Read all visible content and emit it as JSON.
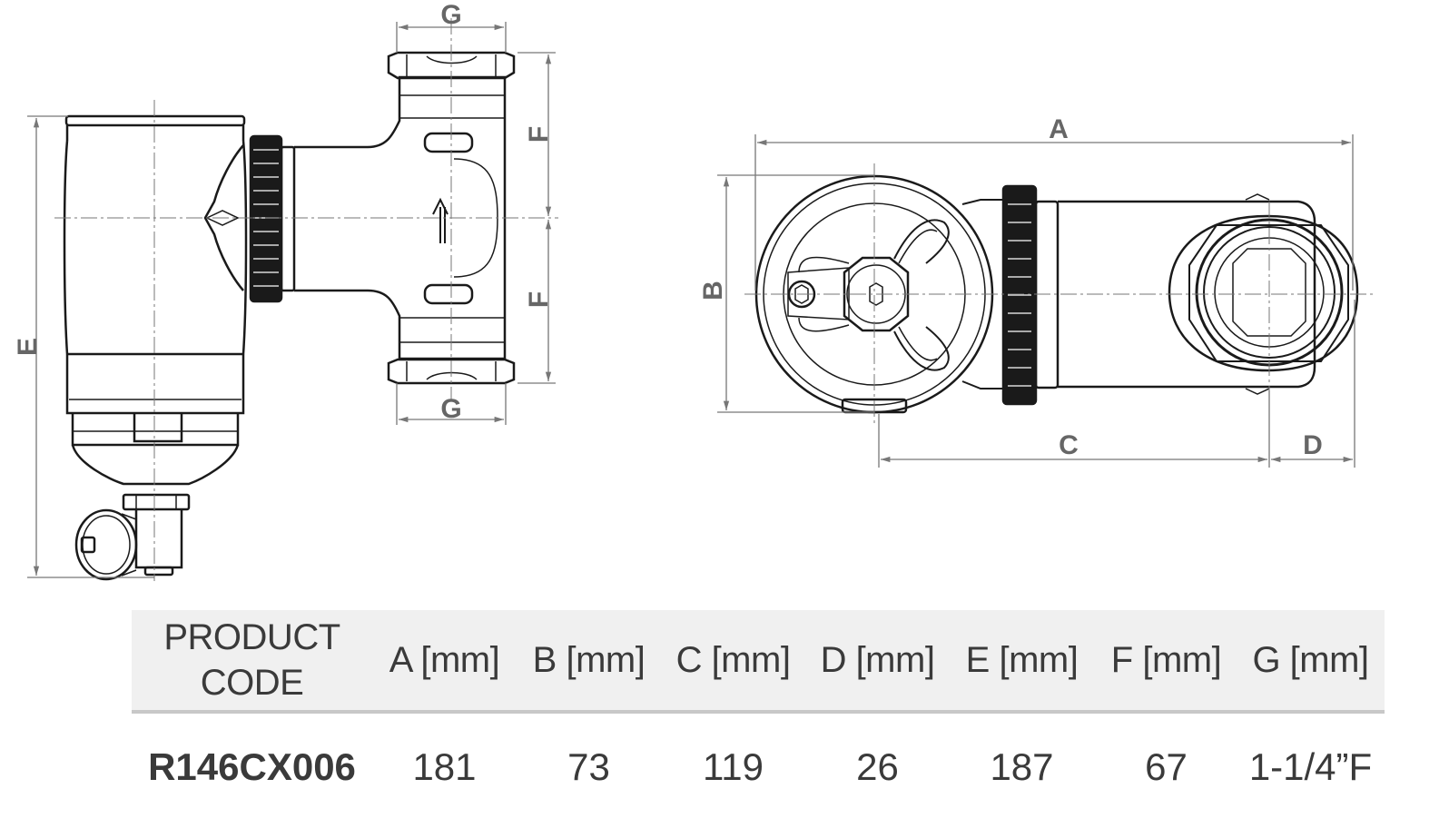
{
  "drawing": {
    "labels": {
      "a": "A",
      "b": "B",
      "c": "C",
      "d": "D",
      "e": "E",
      "f_top": "F",
      "f_bottom": "F",
      "g_top": "G",
      "g_bottom": "G"
    },
    "colors": {
      "line": "#1a1a1a",
      "dim": "#777777",
      "letter": "#666666"
    }
  },
  "table": {
    "header": {
      "code_line1": "PRODUCT",
      "code_line2": "CODE",
      "a": "A [mm]",
      "b": "B [mm]",
      "c": "C [mm]",
      "d": "D [mm]",
      "e": "E [mm]",
      "f": "F [mm]",
      "g": "G [mm]"
    },
    "row": {
      "code": "R146CX006",
      "a": "181",
      "b": "73",
      "c": "119",
      "d": "26",
      "e": "187",
      "f": "67",
      "g": "1-1/4”F"
    }
  }
}
